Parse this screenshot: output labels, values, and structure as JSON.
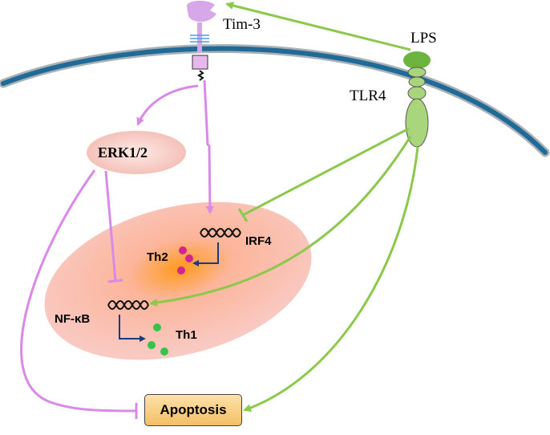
{
  "labels": {
    "tim3": "Tim-3",
    "lps": "LPS",
    "tlr4": "TLR4",
    "erk": "ERK1/2",
    "irf4": "IRF4",
    "th2": "Th2",
    "nfkb": "NF-κB",
    "th1": "Th1",
    "apoptosis": "Apoptosis"
  },
  "colors": {
    "membrane": "#1f6a96",
    "tim3_pathway": "#d98ae8",
    "tlr4_pathway": "#8cc84b",
    "tim3_receptor": "#d7a8e8",
    "tlr4_receptor": "#a9d67c",
    "lps_molecule": "#6db33f",
    "th2_dots": "#d6248f",
    "th1_dots": "#38c24a",
    "gene_arrow": "#1f3a7a",
    "apoptosis_fill": "#f7cf80"
  }
}
